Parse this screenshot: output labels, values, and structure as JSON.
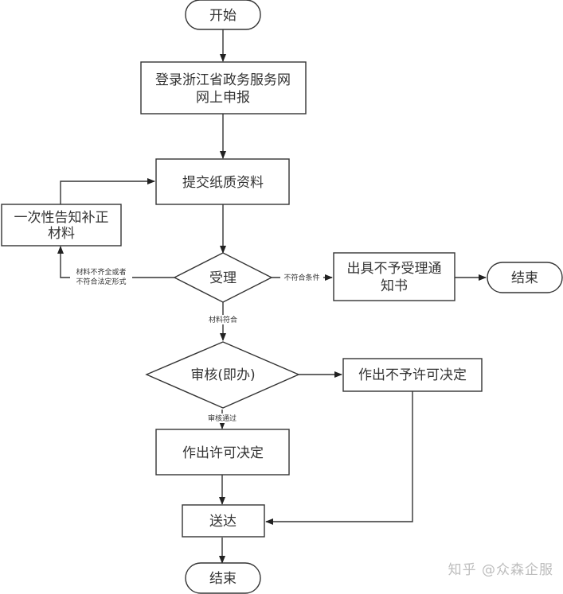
{
  "nodes": {
    "start": {
      "lines": [
        "开始"
      ]
    },
    "login": {
      "lines": [
        "登录浙江省政务服务网",
        "网上申报"
      ]
    },
    "submit": {
      "lines": [
        "提交纸质资料"
      ]
    },
    "correction": {
      "lines": [
        "一次性告知补正",
        "材料"
      ]
    },
    "accept": {
      "lines": [
        "受理"
      ]
    },
    "reject_notice": {
      "lines": [
        "出具不予受理通",
        "知书"
      ]
    },
    "end_right": {
      "lines": [
        "结束"
      ]
    },
    "review": {
      "lines": [
        "审核(即办)"
      ]
    },
    "deny_decision": {
      "lines": [
        "作出不予许可决定"
      ]
    },
    "permit_decision": {
      "lines": [
        "作出许可决定"
      ]
    },
    "deliver": {
      "lines": [
        "送达"
      ]
    },
    "end_bottom": {
      "lines": [
        "结束"
      ]
    }
  },
  "edges": {
    "incomplete": {
      "lines": [
        "材料不齐全或者",
        "不符合法定形式"
      ]
    },
    "not_qualified": {
      "lines": [
        "不符合条件"
      ]
    },
    "materials_ok": {
      "lines": [
        "材料符合"
      ]
    },
    "review_pass": {
      "lines": [
        "审核通过"
      ]
    }
  },
  "watermark": "知乎 @众森企服"
}
